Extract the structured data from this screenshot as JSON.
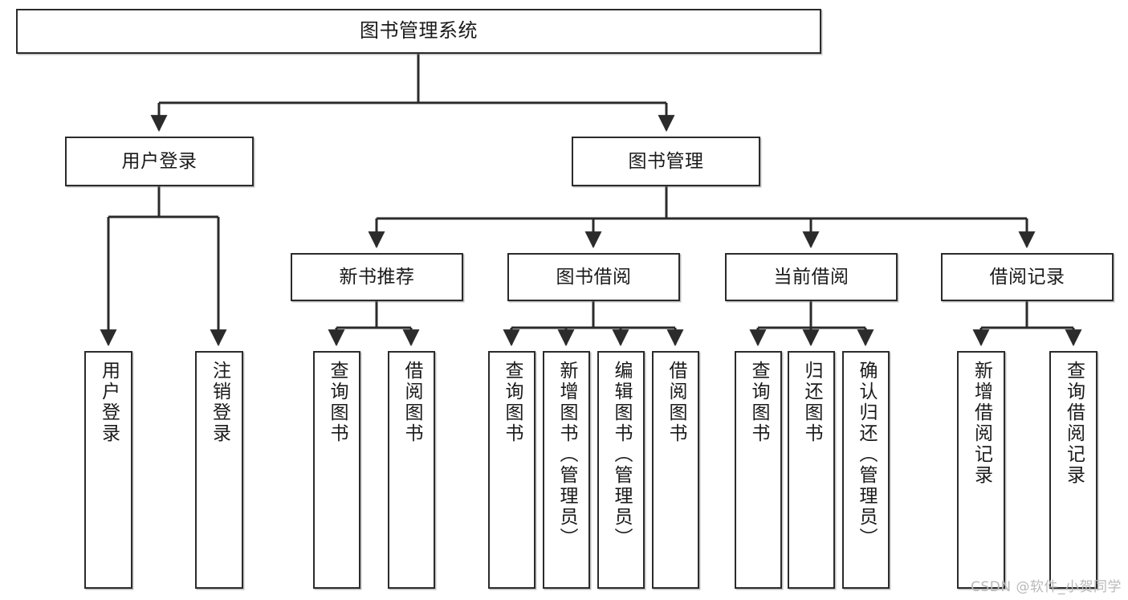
{
  "diagram": {
    "title": "图书管理系统",
    "type": "功能结构图",
    "watermark": "CSDN @软件_小贺同学",
    "colors": {
      "box_border": "#2b2b2b",
      "box_fill": "#ffffff",
      "text": "#1a1a1a",
      "edge": "#2b2b2b",
      "watermark": "#b9b9b9",
      "background": "#ffffff"
    },
    "nodes": {
      "root": {
        "label": "图书管理系统"
      },
      "level2": [
        {
          "id": "user-login",
          "label": "用户登录"
        },
        {
          "id": "book-management",
          "label": "图书管理"
        }
      ],
      "level3": [
        {
          "id": "new-book-recommend",
          "label": "新书推荐"
        },
        {
          "id": "book-borrow",
          "label": "图书借阅"
        },
        {
          "id": "current-borrow",
          "label": "当前借阅"
        },
        {
          "id": "borrow-record",
          "label": "借阅记录"
        }
      ],
      "leaves": {
        "user-login": [
          {
            "id": "leaf-user-login",
            "label": "用户登录"
          },
          {
            "id": "leaf-logout-login",
            "label": "注销登录"
          }
        ],
        "new-book-recommend": [
          {
            "id": "leaf-query-book-1",
            "label": "查询图书"
          },
          {
            "id": "leaf-borrow-book-1",
            "label": "借阅图书"
          }
        ],
        "book-borrow": [
          {
            "id": "leaf-query-book-2",
            "label": "查询图书"
          },
          {
            "id": "leaf-add-book-admin",
            "label": "新增图书（管理员）"
          },
          {
            "id": "leaf-edit-book-admin",
            "label": "编辑图书（管理员）"
          },
          {
            "id": "leaf-borrow-book-2",
            "label": "借阅图书"
          }
        ],
        "current-borrow": [
          {
            "id": "leaf-query-book-3",
            "label": "查询图书"
          },
          {
            "id": "leaf-return-book",
            "label": "归还图书"
          },
          {
            "id": "leaf-confirm-return-admin",
            "label": "确认归还（管理员）"
          }
        ],
        "borrow-record": [
          {
            "id": "leaf-add-borrow-record",
            "label": "新增借阅记录"
          },
          {
            "id": "leaf-query-borrow-record",
            "label": "查询借阅记录"
          }
        ]
      }
    }
  }
}
